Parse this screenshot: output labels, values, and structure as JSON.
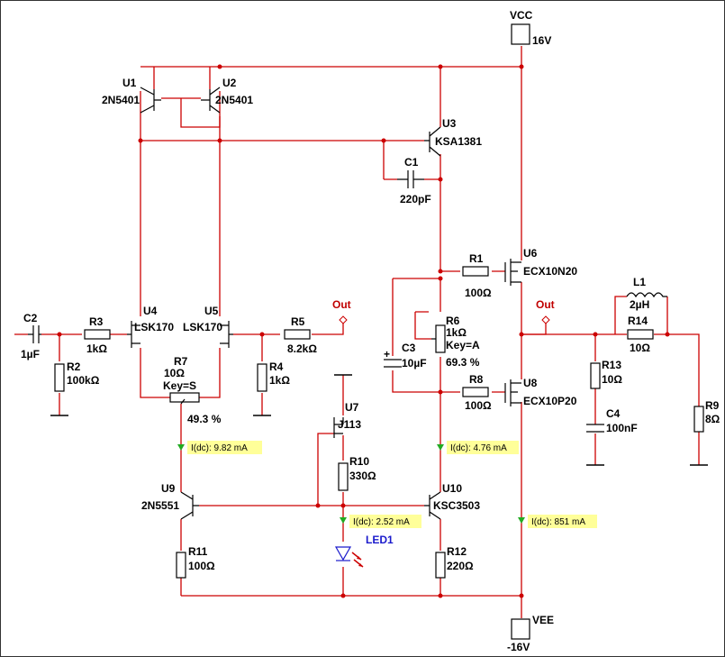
{
  "supplies": {
    "vcc": {
      "name": "VCC",
      "value": "16V"
    },
    "vee": {
      "name": "VEE",
      "value": "-16V"
    }
  },
  "transistors": {
    "u1": {
      "ref": "U1",
      "part": "2N5401"
    },
    "u2": {
      "ref": "U2",
      "part": "2N5401"
    },
    "u3": {
      "ref": "U3",
      "part": "KSA1381"
    },
    "u4": {
      "ref": "U4",
      "part": "LSK170"
    },
    "u5": {
      "ref": "U5",
      "part": "LSK170"
    },
    "u6": {
      "ref": "U6",
      "part": "ECX10N20"
    },
    "u7": {
      "ref": "U7",
      "part": "J113"
    },
    "u8": {
      "ref": "U8",
      "part": "ECX10P20"
    },
    "u9": {
      "ref": "U9",
      "part": "2N5551"
    },
    "u10": {
      "ref": "U10",
      "part": "KSC3503"
    }
  },
  "passives": {
    "r1": {
      "ref": "R1",
      "value": "100Ω"
    },
    "r2": {
      "ref": "R2",
      "value": "100kΩ"
    },
    "r3": {
      "ref": "R3",
      "value": "1kΩ"
    },
    "r4": {
      "ref": "R4",
      "value": "1kΩ"
    },
    "r5": {
      "ref": "R5",
      "value": "8.2kΩ"
    },
    "r6": {
      "ref": "R6",
      "value": "1kΩ",
      "key": "Key=A",
      "setting": "69.3 %"
    },
    "r7": {
      "ref": "R7",
      "value": "10Ω",
      "key": "Key=S",
      "setting": "49.3 %"
    },
    "r8": {
      "ref": "R8",
      "value": "100Ω"
    },
    "r9": {
      "ref": "R9",
      "value": "8Ω"
    },
    "r10": {
      "ref": "R10",
      "value": "330Ω"
    },
    "r11": {
      "ref": "R11",
      "value": "100Ω"
    },
    "r12": {
      "ref": "R12",
      "value": "220Ω"
    },
    "r13": {
      "ref": "R13",
      "value": "10Ω"
    },
    "r14": {
      "ref": "R14",
      "value": "10Ω"
    },
    "c1": {
      "ref": "C1",
      "value": "220pF"
    },
    "c2": {
      "ref": "C2",
      "value": "1µF"
    },
    "c3": {
      "ref": "C3",
      "value": "10µF"
    },
    "c4": {
      "ref": "C4",
      "value": "100nF"
    },
    "l1": {
      "ref": "L1",
      "value": "2µH"
    },
    "led1": {
      "ref": "LED1"
    }
  },
  "net_labels": {
    "out1": "Out",
    "out2": "Out"
  },
  "probes": {
    "p1": "I(dc): 9.82 mA",
    "p2": "I(dc): 4.76 mA",
    "p3": "I(dc): 2.52 mA",
    "p4": "I(dc): 851 mA"
  },
  "colors": {
    "wire": "#cc0000",
    "probe_bg": "#ffff99",
    "probe_marker": "#22aa22",
    "led": "#1a1acc"
  }
}
